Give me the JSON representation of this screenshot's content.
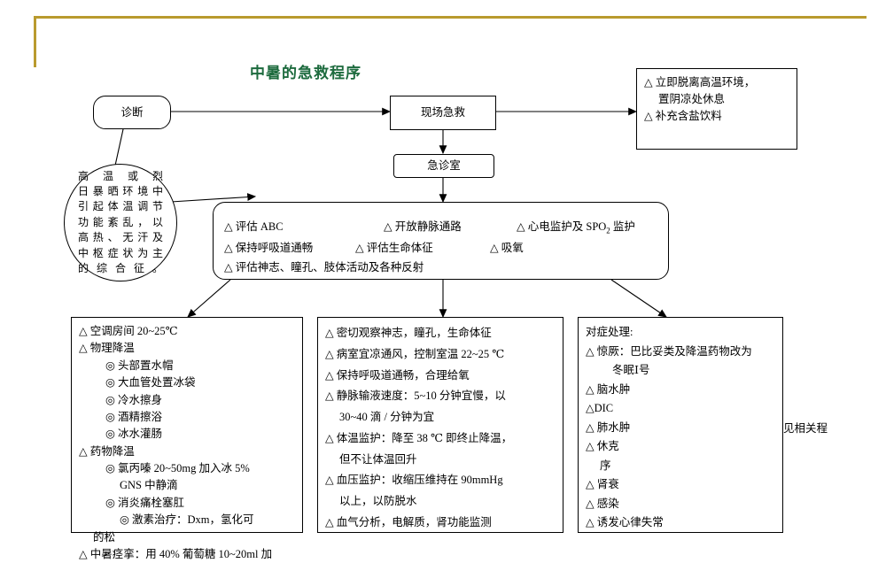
{
  "title": "中暑的急救程序",
  "accent_color": "#b99a2e",
  "title_color": "#1d6b3e",
  "nodes": {
    "diagnosis": "诊断",
    "onsite_first_aid": "现场急救",
    "emergency_room": "急诊室",
    "measures_box": [
      "△ 立即脱离高温环境，",
      "置阴凉处休息",
      "△ 补充含盐饮料"
    ],
    "definition_ellipse": [
      "高温或烈",
      "日暴晒环境中",
      "引起体温调节",
      "功能紊乱，以",
      "高热、无汗及",
      "中枢症状为主",
      "的综合征。"
    ],
    "assessment": {
      "row1": [
        "△ 评估 ABC",
        "△ 开放静脉通路",
        "△ 心电监护及 SPO2 监护"
      ],
      "row2": [
        "△ 保持呼吸道通畅",
        "△ 评估生命体征",
        "△ 吸氧"
      ],
      "row3": [
        "△ 评估神志、瞳孔、肢体活动及各种反射"
      ]
    }
  },
  "columns": {
    "left": [
      "△ 空调房间 20~25℃",
      "△ 物理降温",
      "◎ 头部置水帽",
      "◎ 大血管处置冰袋",
      "◎ 冷水擦身",
      "◎ 酒精擦浴",
      "◎ 冰水灌肠",
      "△ 药物降温",
      "◎ 氯丙嗪 20~50mg 加入冰 5%",
      "GNS 中静滴",
      "◎ 消炎痛栓塞肛",
      "◎ 激素治疗：Dxm，氢化可",
      "的松",
      "△ 中暑痉挛：用 40% 葡萄糖 10~20ml 加"
    ],
    "middle": [
      "△ 密切观察神志，瞳孔，生命体征",
      "△ 病室宜凉通风，控制室温 22~25 ℃",
      "△ 保持呼吸道通畅，合理给氧",
      "△ 静脉输液速度：5~10 分钟宜慢，以",
      "30~40 滴 / 分钟为宜",
      "△ 体温监护：降至 38 ℃ 即终止降温，",
      "但不让体温回升",
      "△ 血压监护：收缩压维持在 90mmHg",
      "以上，以防脱水",
      "△ 血气分析，电解质，肾功能监测"
    ],
    "right": {
      "heading": "对症处理:",
      "items": [
        "△ 惊厥：巴比妥类及降温药物改为",
        "冬眠Ⅰ号",
        "△ 脑水肿",
        "△DIC",
        "△ 肺水肿",
        "△ 休克",
        "序",
        "△ 肾衰",
        "△ 感染",
        "△ 诱发心律失常"
      ],
      "brace_label": "见相关程"
    }
  }
}
